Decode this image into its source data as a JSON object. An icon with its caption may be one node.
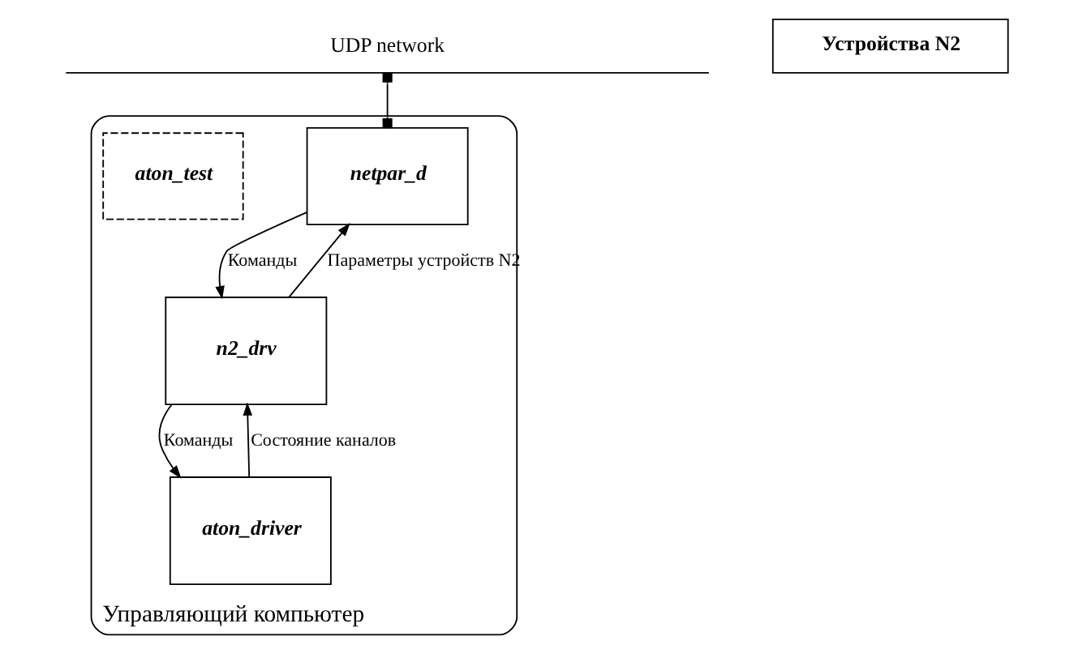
{
  "diagram": {
    "nodes": [
      {
        "text": [
          "UDP network"
        ]
      },
      {
        "text": [
          "Управляющий компьютер"
        ]
      },
      {
        "text": [
          "netpar_d"
        ],
        "in": 1
      },
      {
        "text": [
          "aton_test"
        ],
        "in": 1
      },
      {
        "text": [
          "n2_drv"
        ],
        "in": 1
      },
      {
        "text": [
          "aton_driver"
        ],
        "in": 1
      },
      {
        "text": [
          "Устройства N2"
        ]
      }
    ],
    "edges": [
      {
        "from": 0,
        "to": 2,
        "arrow": "other"
      },
      {
        "from": 4,
        "to": 2,
        "arrow": "to",
        "label": "Параметры устройств N2"
      },
      {
        "from": 2,
        "to": 4,
        "arrow": "to",
        "label": "Команды"
      },
      {
        "from": 5,
        "to": 4,
        "arrow": "to",
        "label": "Состояние каналов"
      },
      {
        "from": 4,
        "to": 5,
        "arrow": "to",
        "label": "Команды"
      }
    ]
  }
}
